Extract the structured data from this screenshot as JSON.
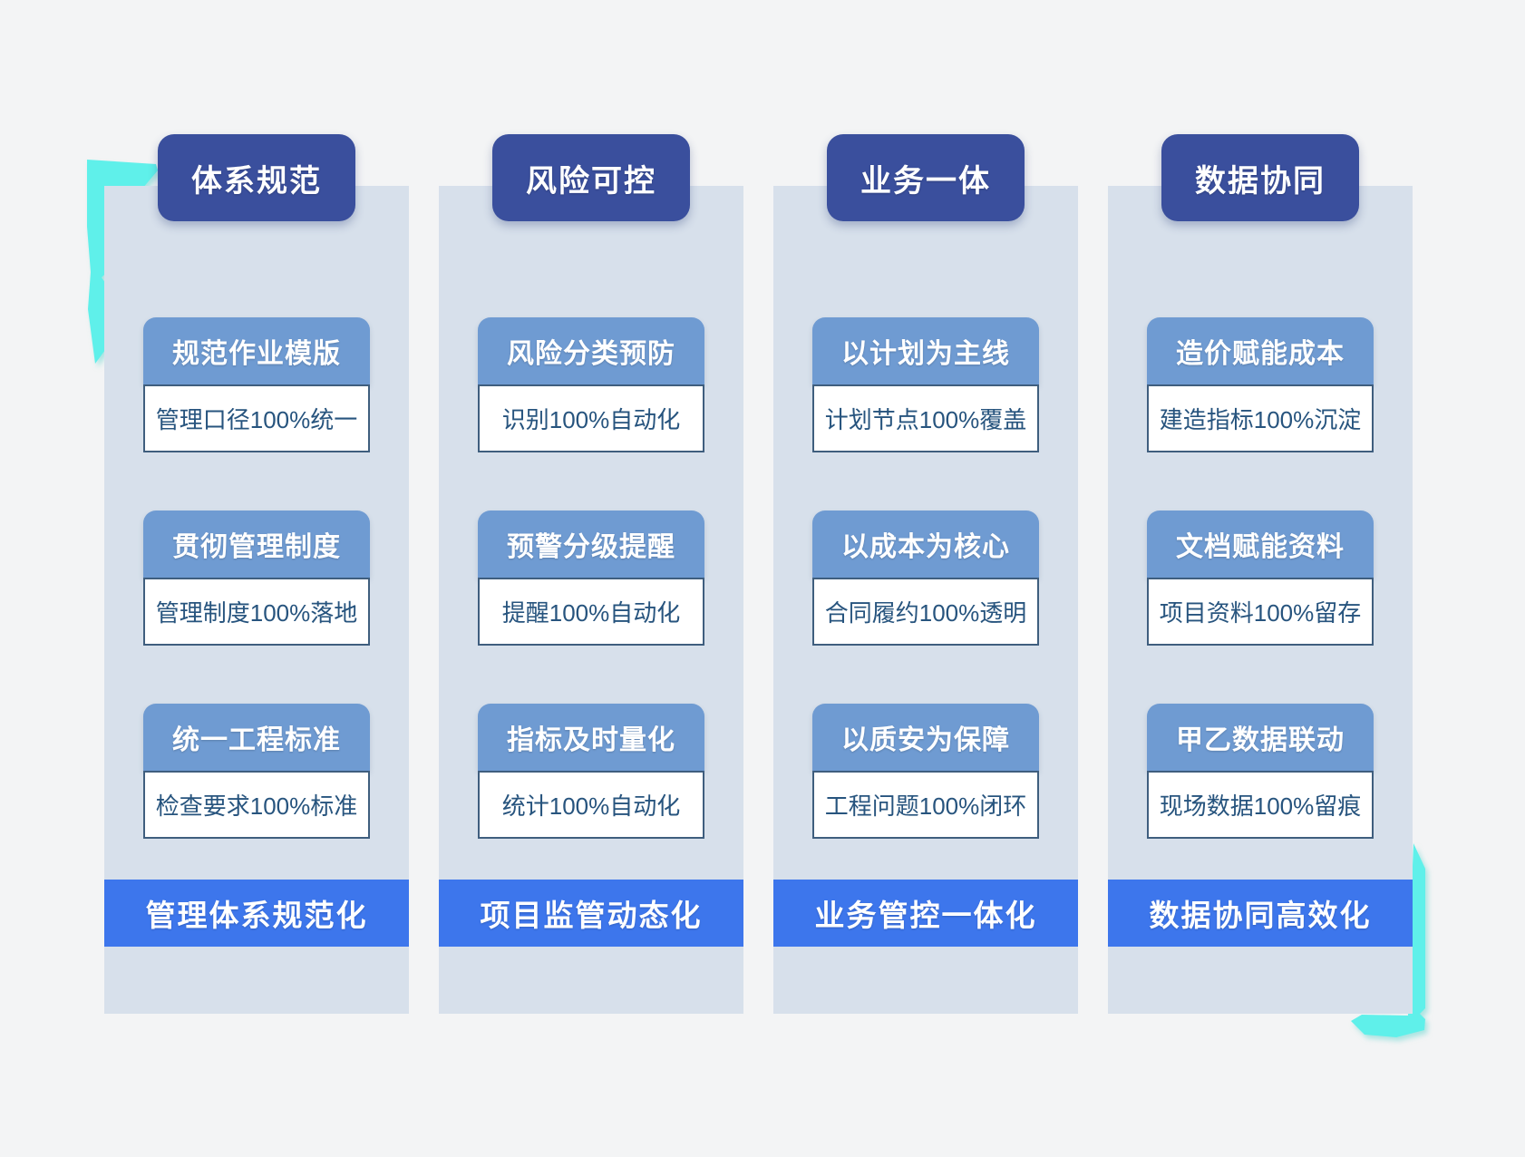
{
  "colors": {
    "page_background": "#f3f4f5",
    "column_background": "#d7e0eb",
    "pill_blue": "#3a4f9d",
    "card_header_blue": "#6f9bd2",
    "card_border_navy": "#3f5e7e",
    "card_text_navy": "#27547e",
    "footer_bar_blue": "#3d76ec",
    "corner_bracket_cyan": "#5ff0ea"
  },
  "columns": [
    {
      "header": "体系规范",
      "cards": [
        {
          "title": "规范作业模版",
          "desc": "管理口径100%统一"
        },
        {
          "title": "贯彻管理制度",
          "desc": "管理制度100%落地"
        },
        {
          "title": "统一工程标准",
          "desc": "检查要求100%标准"
        }
      ],
      "footer": "管理体系规范化"
    },
    {
      "header": "风险可控",
      "cards": [
        {
          "title": "风险分类预防",
          "desc": "识别100%自动化"
        },
        {
          "title": "预警分级提醒",
          "desc": "提醒100%自动化"
        },
        {
          "title": "指标及时量化",
          "desc": "统计100%自动化"
        }
      ],
      "footer": "项目监管动态化"
    },
    {
      "header": "业务一体",
      "cards": [
        {
          "title": "以计划为主线",
          "desc": "计划节点100%覆盖"
        },
        {
          "title": "以成本为核心",
          "desc": "合同履约100%透明"
        },
        {
          "title": "以质安为保障",
          "desc": "工程问题100%闭环"
        }
      ],
      "footer": "业务管控一体化"
    },
    {
      "header": "数据协同",
      "cards": [
        {
          "title": "造价赋能成本",
          "desc": "建造指标100%沉淀"
        },
        {
          "title": "文档赋能资料",
          "desc": "项目资料100%留存"
        },
        {
          "title": "甲乙数据联动",
          "desc": "现场数据100%留痕"
        }
      ],
      "footer": "数据协同高效化"
    }
  ]
}
